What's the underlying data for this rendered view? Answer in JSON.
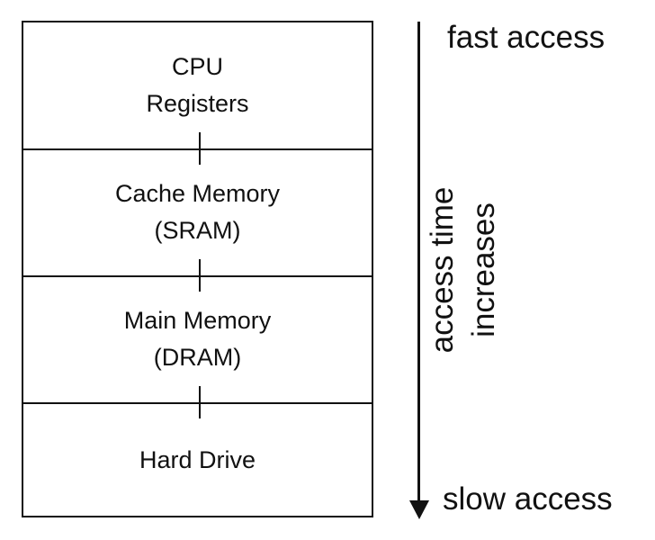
{
  "hierarchy": {
    "levels": [
      {
        "line1": "CPU",
        "line2": "Registers"
      },
      {
        "line1": "Cache Memory",
        "line2": "(SRAM)"
      },
      {
        "line1": "Main Memory",
        "line2": "(DRAM)"
      },
      {
        "line1": "Hard Drive",
        "line2": ""
      }
    ]
  },
  "axis": {
    "top_label": "fast access",
    "bottom_label": "slow access",
    "side_label_line1": "access time",
    "side_label_line2": "increases"
  }
}
